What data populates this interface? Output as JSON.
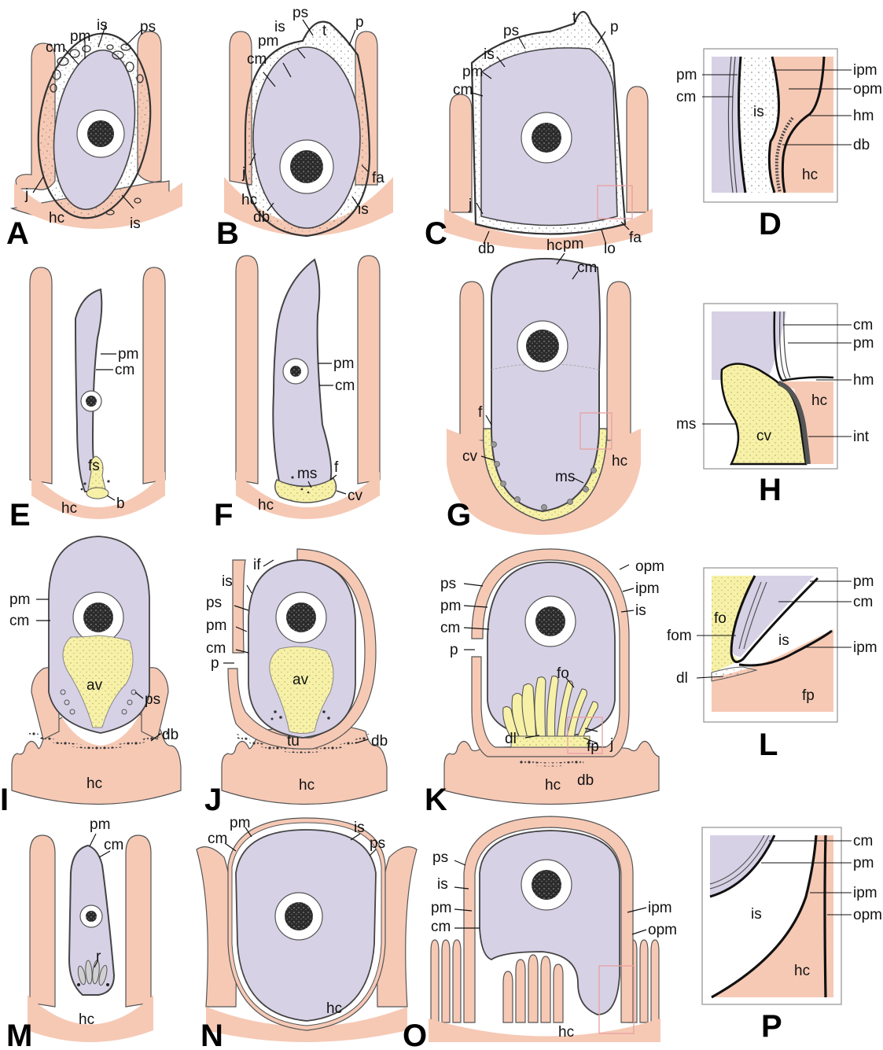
{
  "colors": {
    "host": "#f6c9b5",
    "cell": "#d7d1e6",
    "vacuole": "#f7f1a8",
    "nucleus_ring": "#ffffff",
    "nucleus": "#2b2b2b",
    "line": "#3a3a3a",
    "highlight_box": "#e8a0a0"
  },
  "panels": [
    {
      "id": "A",
      "labels": [
        "cm",
        "pm",
        "is",
        "ps",
        "j",
        "hc",
        "is"
      ]
    },
    {
      "id": "B",
      "labels": [
        "ps",
        "is",
        "pm",
        "cm",
        "t",
        "p",
        "j",
        "hc",
        "db",
        "fa",
        "is"
      ]
    },
    {
      "id": "C",
      "labels": [
        "ps",
        "t",
        "p",
        "is",
        "pm",
        "cm",
        "j",
        "db",
        "hc",
        "lo",
        "fa"
      ]
    },
    {
      "id": "D",
      "labels": [
        "pm",
        "cm",
        "is",
        "ipm",
        "opm",
        "hm",
        "db",
        "hc"
      ]
    },
    {
      "id": "E",
      "labels": [
        "pm",
        "cm",
        "fs",
        "hc",
        "b"
      ]
    },
    {
      "id": "F",
      "labels": [
        "pm",
        "cm",
        "ms",
        "f",
        "hc",
        "cv"
      ]
    },
    {
      "id": "G",
      "labels": [
        "pm",
        "cm",
        "f",
        "cv",
        "ms",
        "hc"
      ]
    },
    {
      "id": "H",
      "labels": [
        "cm",
        "pm",
        "hm",
        "hc",
        "ms",
        "cv",
        "int"
      ]
    },
    {
      "id": "I",
      "labels": [
        "pm",
        "cm",
        "av",
        "ps",
        "db",
        "hc"
      ]
    },
    {
      "id": "J",
      "labels": [
        "if",
        "is",
        "ps",
        "pm",
        "cm",
        "p",
        "av",
        "tu",
        "db",
        "hc"
      ]
    },
    {
      "id": "K",
      "labels": [
        "opm",
        "ipm",
        "is",
        "ps",
        "pm",
        "cm",
        "p",
        "fo",
        "dl",
        "fp",
        "j",
        "hc",
        "db"
      ]
    },
    {
      "id": "L",
      "labels": [
        "pm",
        "cm",
        "fo",
        "is",
        "fom",
        "ipm",
        "dl",
        "fp"
      ]
    },
    {
      "id": "M",
      "labels": [
        "pm",
        "cm",
        "r",
        "hc"
      ]
    },
    {
      "id": "N",
      "labels": [
        "pm",
        "cm",
        "is",
        "ps",
        "hc"
      ]
    },
    {
      "id": "O",
      "labels": [
        "ps",
        "is",
        "pm",
        "cm",
        "ipm",
        "opm",
        "hc"
      ]
    },
    {
      "id": "P",
      "labels": [
        "cm",
        "pm",
        "ipm",
        "opm",
        "is",
        "hc"
      ]
    }
  ]
}
